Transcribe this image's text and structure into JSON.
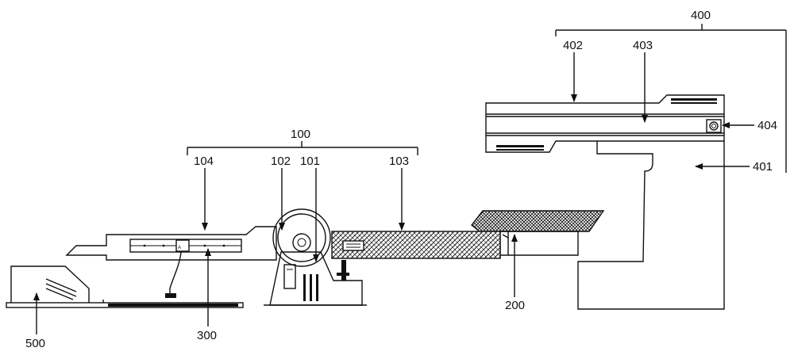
{
  "labels": {
    "l100": "100",
    "l101": "101",
    "l102": "102",
    "l103": "103",
    "l104": "104",
    "l200": "200",
    "l300": "300",
    "l400": "400",
    "l401": "401",
    "l402": "402",
    "l403": "403",
    "l404": "404",
    "l500": "500"
  }
}
